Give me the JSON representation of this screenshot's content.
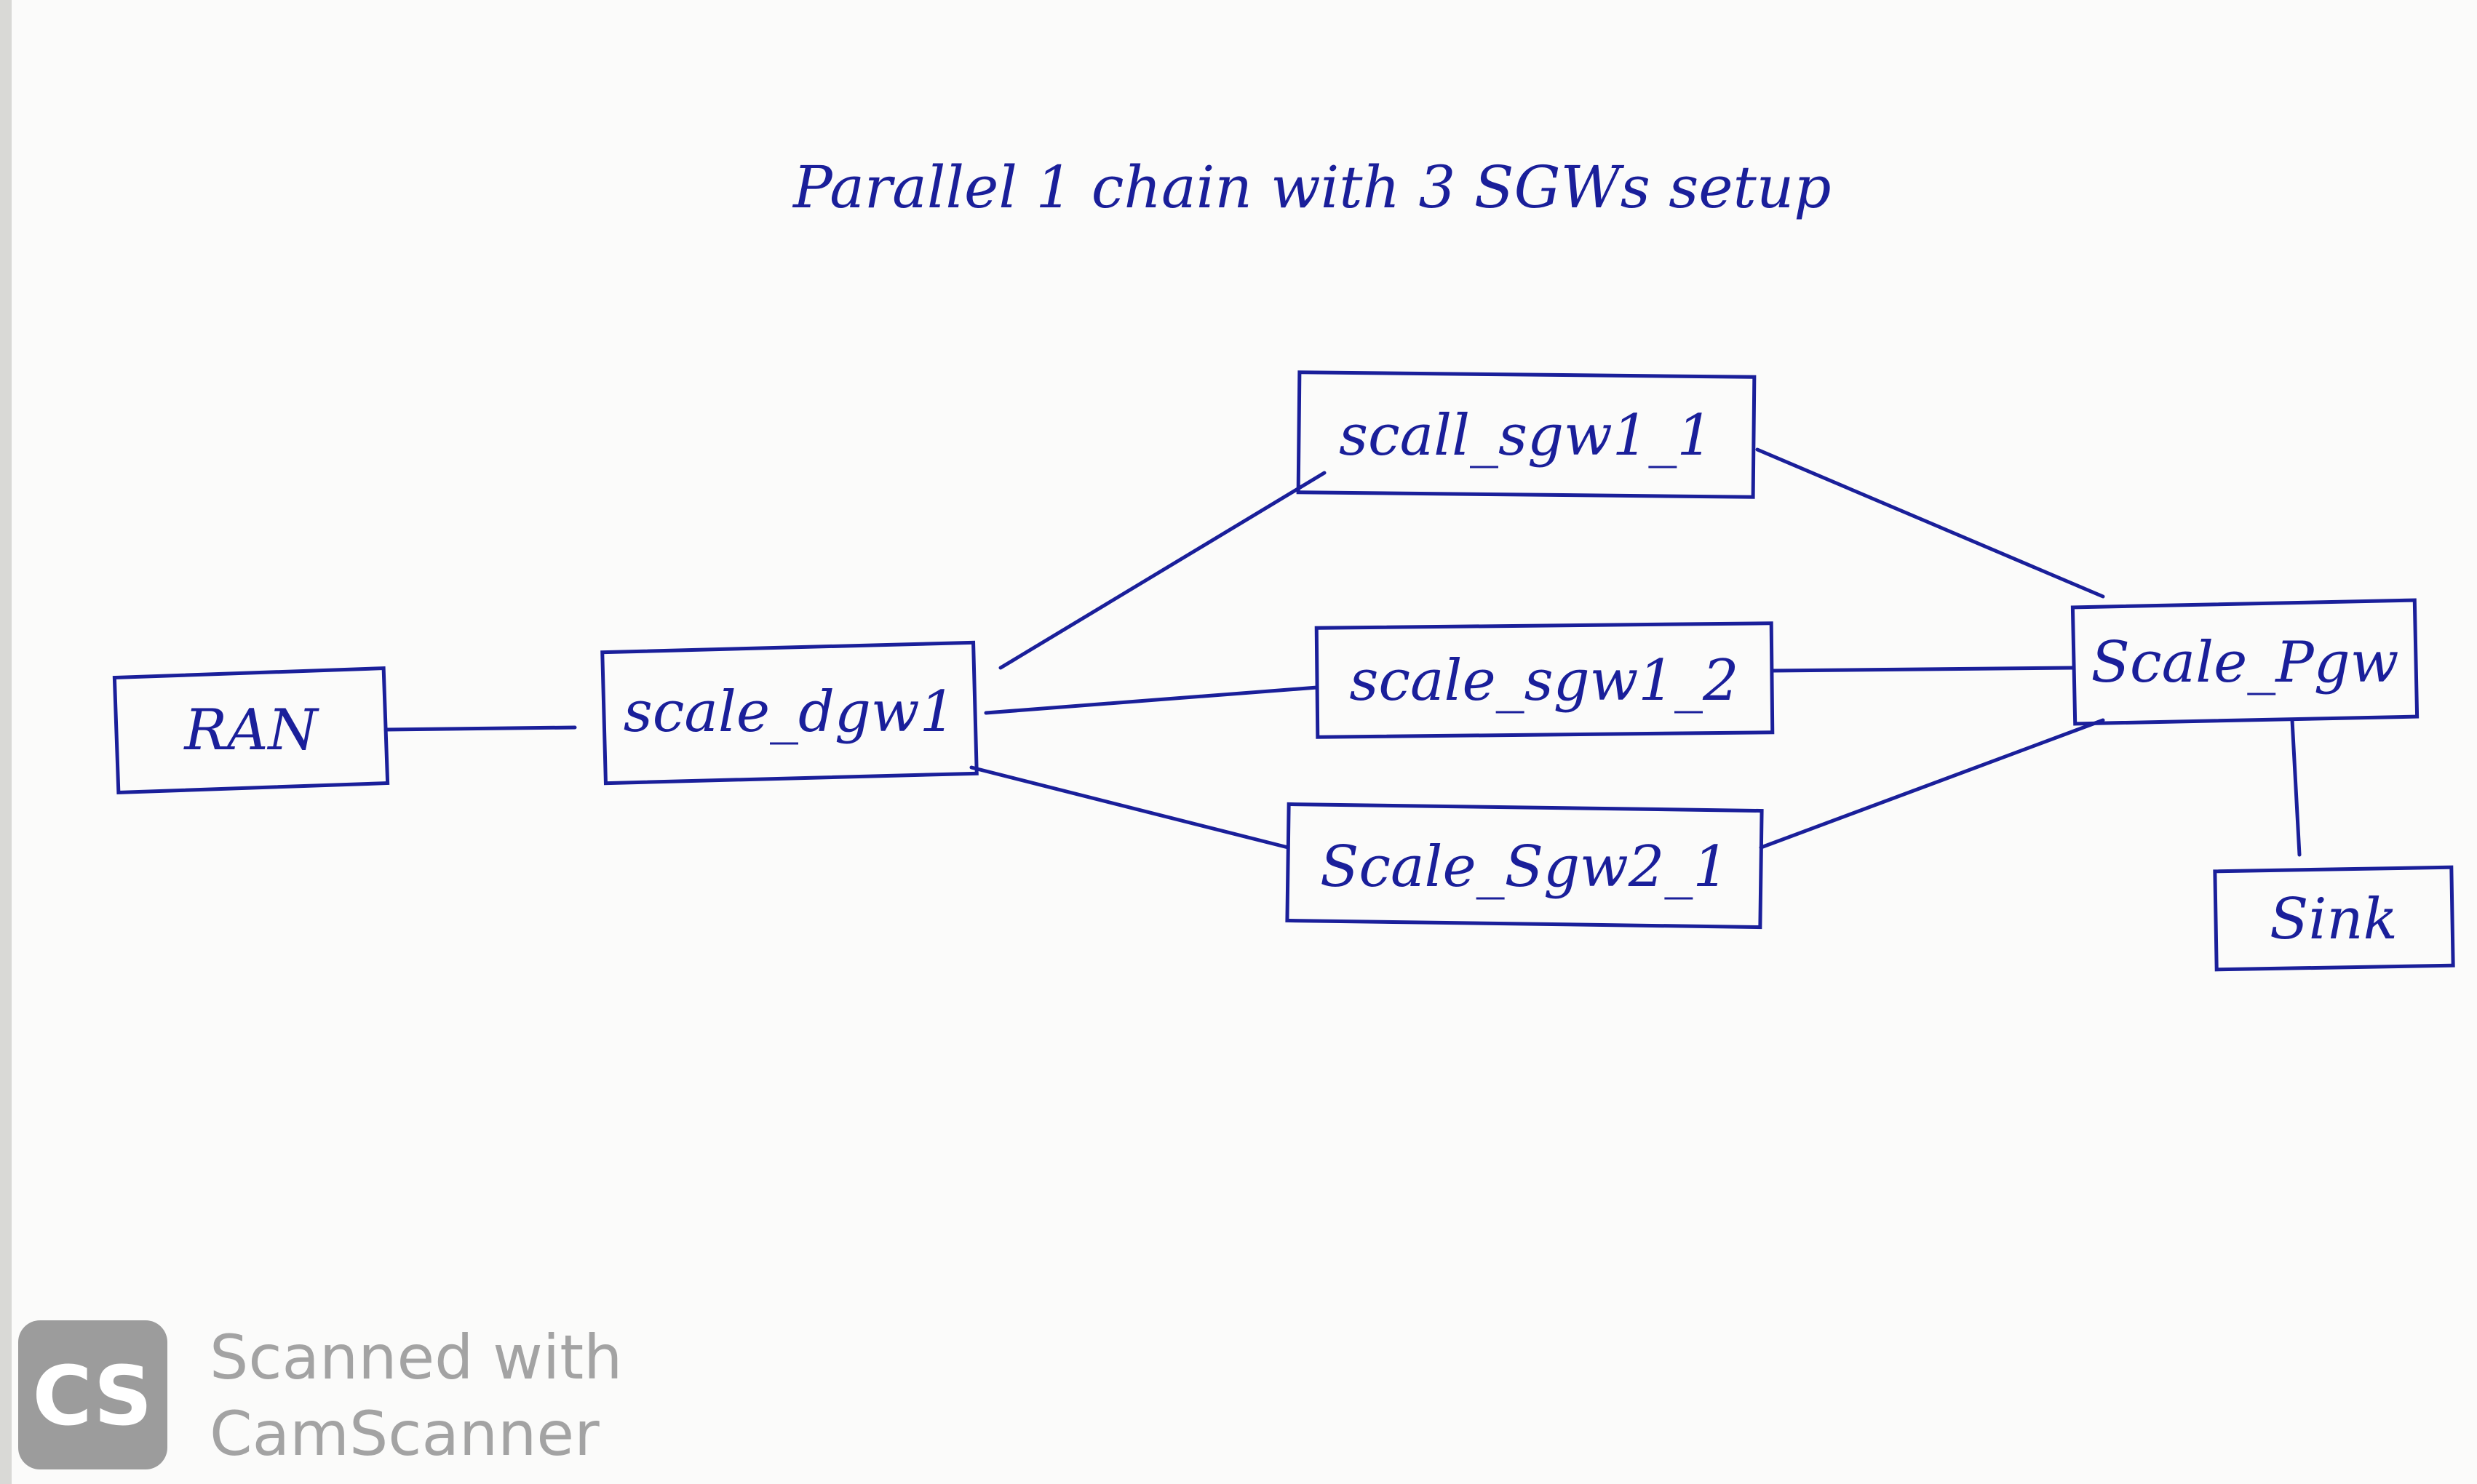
{
  "title": "Parallel 1 chain with 3 SGWs setup",
  "nodes": {
    "ran": "RAN",
    "dgw": "scale_dgw1",
    "sgw1_1": "scall_sgw1_1",
    "sgw1_2": "scale_sgw1_2",
    "sgw2_1": "Scale_Sgw2_1",
    "pgw": "Scale_Pgw",
    "sink": "Sink"
  },
  "watermark": {
    "logo_letters": "CS",
    "line1": "Scanned with",
    "line2": "CamScanner"
  },
  "colors": {
    "ink": "#1a1f9a",
    "paper": "#fbfbfa",
    "watermark_gray": "#a3a3a3",
    "watermark_logo_bg": "#9c9c9c"
  }
}
